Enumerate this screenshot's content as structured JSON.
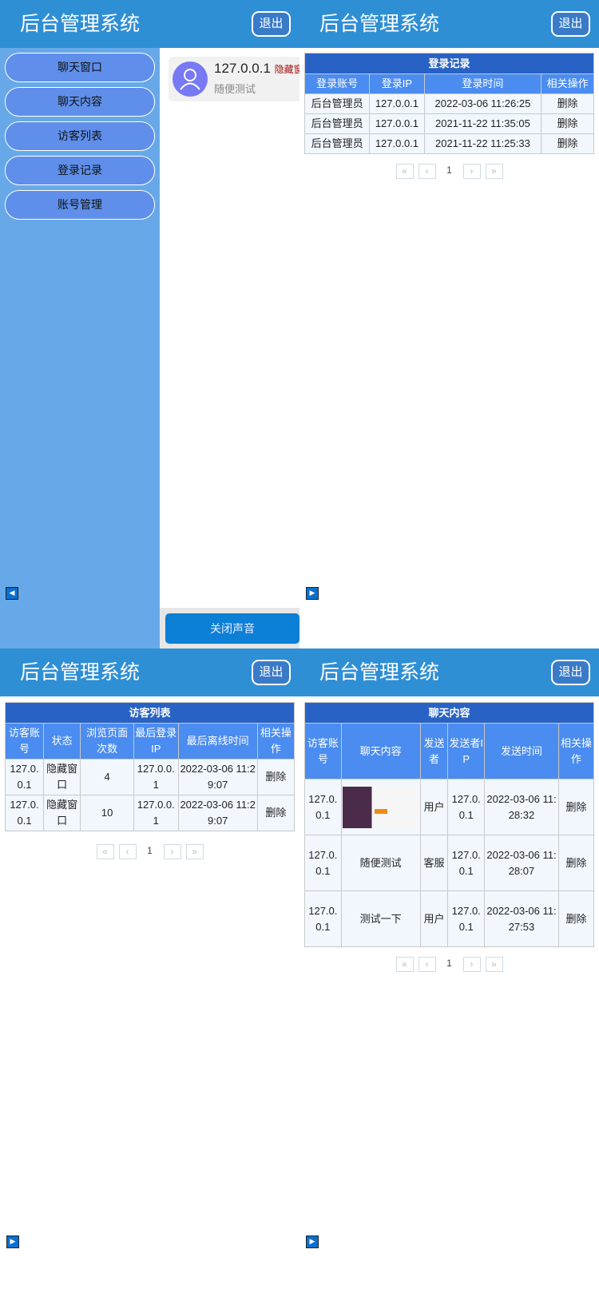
{
  "app_title": "后台管理系统",
  "logout": "退出",
  "sidebar": {
    "items": [
      {
        "label": "聊天窗口"
      },
      {
        "label": "聊天内容"
      },
      {
        "label": "访客列表"
      },
      {
        "label": "登录记录"
      },
      {
        "label": "账号管理"
      }
    ]
  },
  "chat_window": {
    "visitor_ip": "127.0.0.1",
    "status": "隐藏窗口",
    "last_message": "随便测试",
    "close_sound": "关闭声音",
    "icon": "user-icon"
  },
  "pagination": {
    "first": "«",
    "prev": "‹",
    "current": "1",
    "next": "›",
    "last": "»"
  },
  "login_records": {
    "title": "登录记录",
    "headers": [
      "登录账号",
      "登录IP",
      "登录时间",
      "相关操作"
    ],
    "rows": [
      [
        "后台管理员",
        "127.0.0.1",
        "2022-03-06 11:26:25",
        "删除"
      ],
      [
        "后台管理员",
        "127.0.0.1",
        "2021-11-22 11:35:05",
        "删除"
      ],
      [
        "后台管理员",
        "127.0.0.1",
        "2021-11-22 11:25:33",
        "删除"
      ]
    ]
  },
  "visitor_list": {
    "title": "访客列表",
    "headers": [
      "访客账号",
      "状态",
      "浏览页面次数",
      "最后登录IP",
      "最后离线时间",
      "相关操作"
    ],
    "rows": [
      [
        "127.0.0.1",
        "隐藏窗口",
        "4",
        "127.0.0.1",
        "2022-03-06 11:29:07",
        "删除"
      ],
      [
        "127.0.0.1",
        "隐藏窗口",
        "10",
        "127.0.0.1",
        "2022-03-06 11:29:07",
        "删除"
      ]
    ]
  },
  "chat_content": {
    "title": "聊天内容",
    "headers": [
      "访客账号",
      "聊天内容",
      "发送者",
      "发送者IP",
      "发送时间",
      "相关操作"
    ],
    "rows": [
      [
        "127.0.0.1",
        "",
        "用户",
        "127.0.0.1",
        "2022-03-06 11:28:32",
        "删除"
      ],
      [
        "127.0.0.1",
        "随便测试",
        "客服",
        "127.0.0.1",
        "2022-03-06 11:28:07",
        "删除"
      ],
      [
        "127.0.0.1",
        "测试一下",
        "用户",
        "127.0.0.1",
        "2022-03-06 11:27:53",
        "删除"
      ]
    ]
  },
  "colors": {
    "header": "#2f8fd5",
    "sidebar": "#67a9e8",
    "nav_button": "#5f8fea",
    "table_caption": "#2862c4",
    "table_header": "#4a8cf0"
  }
}
